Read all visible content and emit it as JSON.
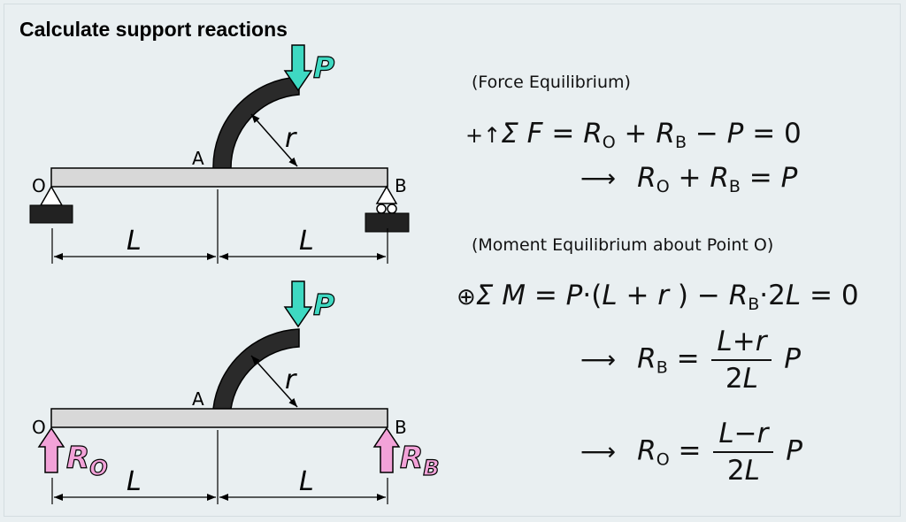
{
  "title": "Calculate support reactions",
  "diagram_top": {
    "load_label": "P",
    "radius_label": "r",
    "point_a": "A",
    "point_o": "O",
    "point_b": "B",
    "span_left": "L",
    "span_right": "L"
  },
  "diagram_bottom": {
    "load_label": "P",
    "radius_label": "r",
    "point_a": "A",
    "point_o": "O",
    "point_b": "B",
    "reaction_o": "R",
    "reaction_o_sub": "O",
    "reaction_b": "R",
    "reaction_b_sub": "B",
    "span_left": "L",
    "span_right": "L"
  },
  "colors": {
    "load_arrow": "#3ed9c2",
    "reaction_arrow": "#f2a2d8",
    "beam": "#d8d8d8",
    "curved_arm": "#2a2a2a",
    "background": "#e9eff1"
  },
  "equations": {
    "force_heading": "(Force Equilibrium)",
    "force_sign": "+↑",
    "moment_heading": "(Moment Equilibrium about Point O)",
    "moment_sign": "⊕"
  }
}
